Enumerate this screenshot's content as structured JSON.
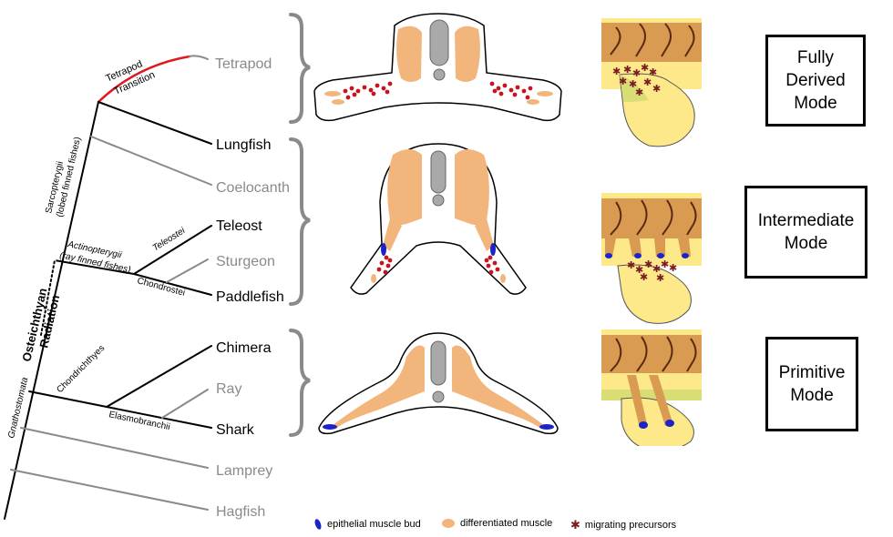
{
  "tree": {
    "species": [
      {
        "name": "Tetrapod",
        "style": "grey"
      },
      {
        "name": "Lungfish",
        "style": "black"
      },
      {
        "name": "Coelocanth",
        "style": "grey"
      },
      {
        "name": "Teleost",
        "style": "black"
      },
      {
        "name": "Sturgeon",
        "style": "grey"
      },
      {
        "name": "Paddlefish",
        "style": "black"
      },
      {
        "name": "Chimera",
        "style": "black"
      },
      {
        "name": "Ray",
        "style": "grey"
      },
      {
        "name": "Shark",
        "style": "black"
      },
      {
        "name": "Lamprey",
        "style": "grey"
      },
      {
        "name": "Hagfish",
        "style": "grey"
      }
    ],
    "clades": {
      "tetrapod_transition_1": "Tetrapod",
      "tetrapod_transition_2": "Transition",
      "sarcopterygii_1": "Sarcopterygii",
      "sarcopterygii_2": "(lobed finned fishes)",
      "actinopterygii_1": "Actinopterygii",
      "actinopterygii_2": "(ray finned fishes)",
      "teleostei": "Teleostei",
      "chondrostei": "Chondrostei",
      "chondrichthyes": "Chondrichthyes",
      "elasmobranchii": "Elasmobranchii",
      "gnathostomata": "Gnathostomata",
      "osteichthyan": "Osteichthyan",
      "radiation": "Radiation"
    }
  },
  "modes": [
    {
      "lines": [
        "Fully",
        "Derived",
        "Mode"
      ]
    },
    {
      "lines": [
        "Intermediate",
        "Mode"
      ]
    },
    {
      "lines": [
        "Primitive",
        "Mode"
      ]
    }
  ],
  "legend": {
    "bud": "epithelial muscle bud",
    "muscle": "differentiated muscle",
    "precursors": "migrating precursors"
  },
  "colors": {
    "muscle_orange": "#f2b67c",
    "neural_grey": "#a9a9a9",
    "bud_blue": "#1a24c8",
    "precursor_red": "#c8141e",
    "transition_red": "#e0191f",
    "tissue_yellow": "#fde98a",
    "tissue_olive": "#d8dd74",
    "myotome_brown": "#d99a52",
    "grey_branch": "#8a8a8a"
  }
}
